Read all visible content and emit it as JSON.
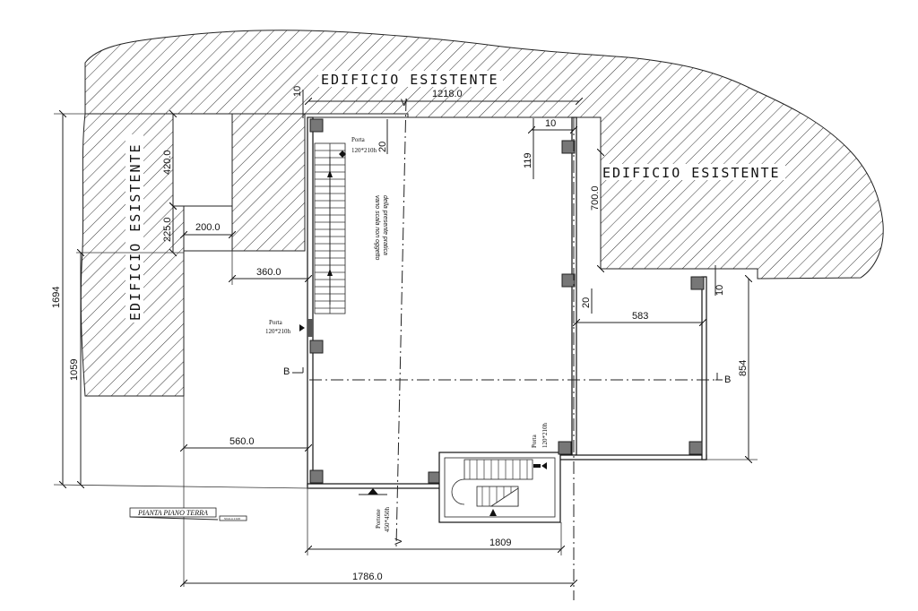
{
  "labels": {
    "existing_top": "EDIFICIO ESISTENTE",
    "existing_right": "EDIFICIO ESISTENTE",
    "existing_left": "EDIFICIO ESISTENTE",
    "stair_note_1": "vano scala non oggetto",
    "stair_note_2": "della presente pratica",
    "door_top_1": "Porta",
    "door_top_2": "120*210h",
    "door_left_1": "Porta",
    "door_left_2": "120*210h",
    "door_right_1": "Porta",
    "door_right_2": "120*210h",
    "main_door_1": "Portone",
    "main_door_2": "450*450h",
    "section_b_left": "B",
    "section_b_right": "B",
    "section_v_top": "V",
    "section_v_bottom": "V",
    "plan_title": "PIANTA PIANO TERRA",
    "plan_scale": "SCALA 1:100"
  },
  "dimensions": {
    "d_1218": "1218.0",
    "d_10_top": "10",
    "d_10_right": "10",
    "d_20_top": "20",
    "d_119": "119",
    "d_700": "700.0",
    "d_420": "420.0",
    "d_225": "225.0",
    "d_200": "200.0",
    "d_360": "360.0",
    "d_1694": "1694",
    "d_1059": "1059",
    "d_560": "560.0",
    "d_20_mid": "20",
    "d_583": "583",
    "d_10_mid": "10",
    "d_854": "854",
    "d_1809": "1809",
    "d_1786": "1786.0"
  }
}
